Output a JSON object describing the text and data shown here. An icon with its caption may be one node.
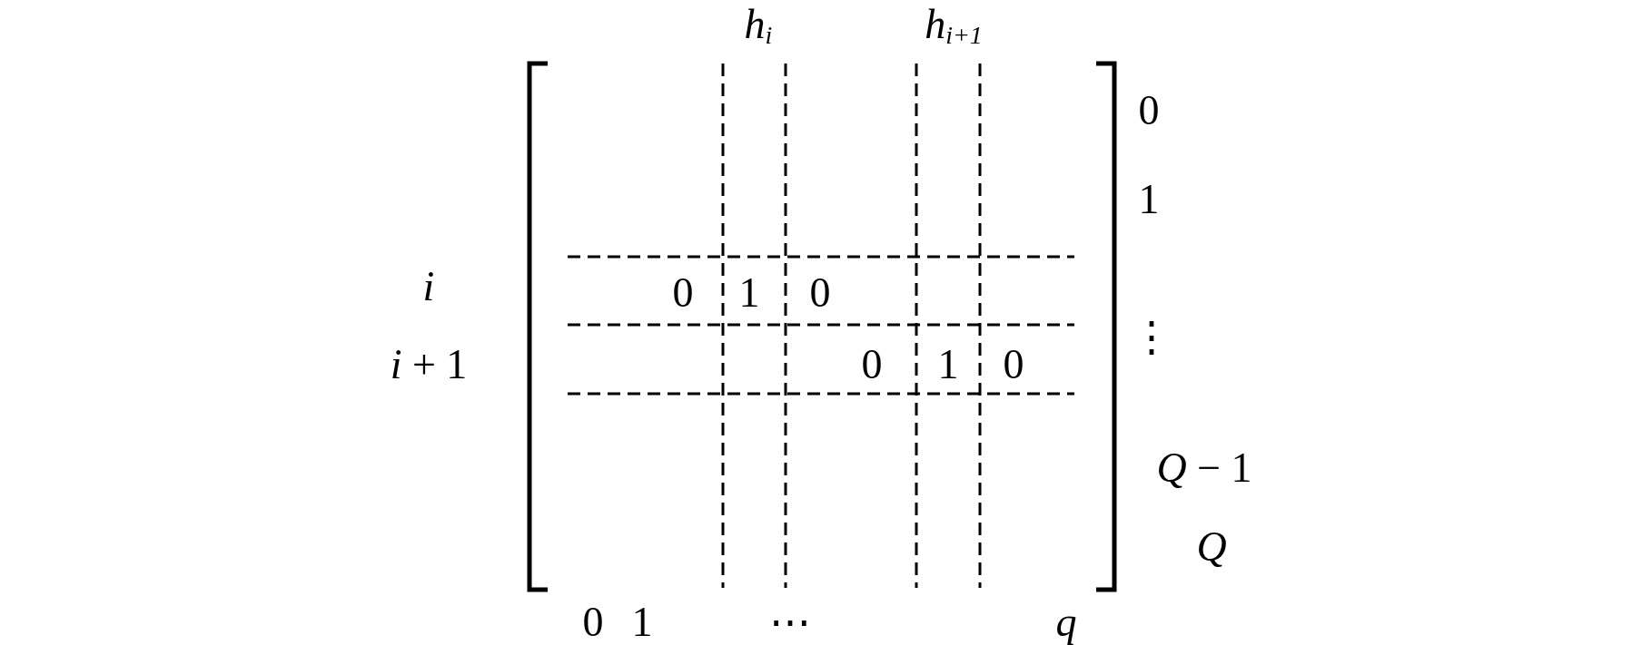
{
  "diagram": {
    "labels": [
      "h$_{i}$",
      "h$_{i+1}$",
      "0",
      "1",
      "*i*",
      "0",
      "1",
      "0",
      "⋮",
      "*i* + 1",
      "0",
      "1",
      "0",
      "*Q* − 1",
      "*Q*",
      "0",
      "1",
      "⋯",
      "*q*"
    ]
  }
}
